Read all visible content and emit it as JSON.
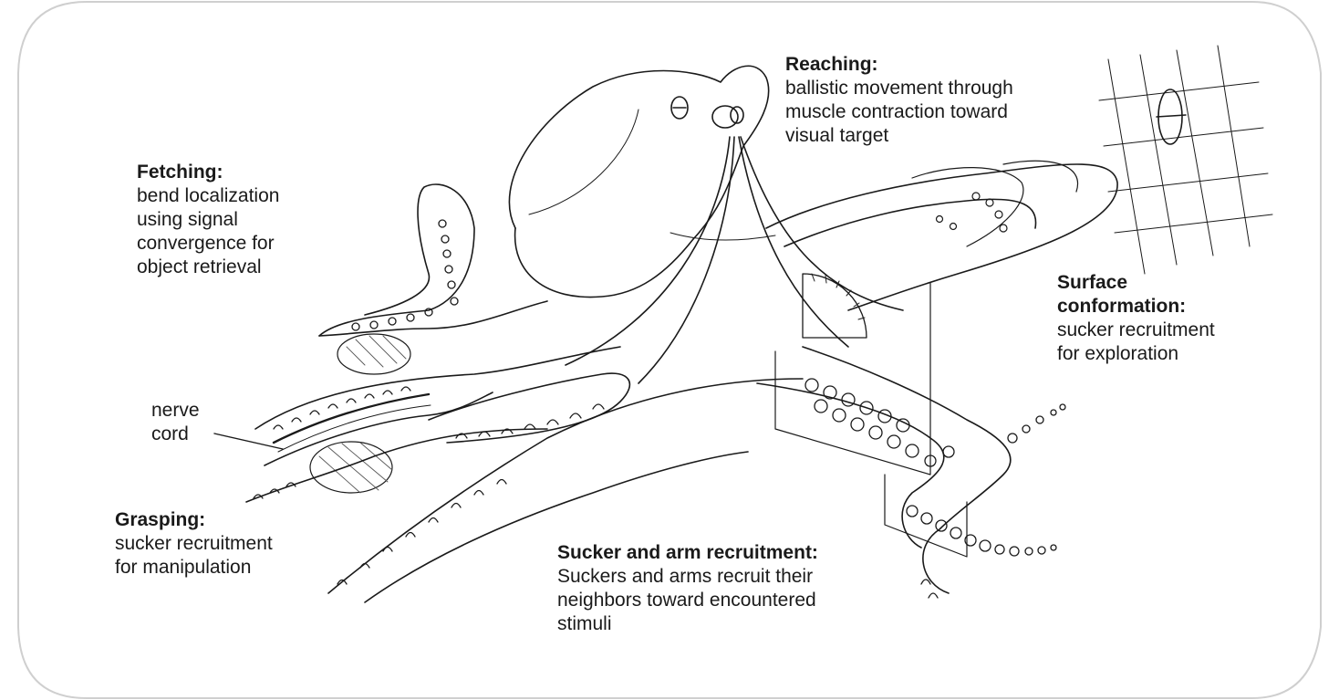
{
  "labels": {
    "reaching": {
      "title": "Reaching:",
      "lines": [
        "ballistic movement through",
        "muscle contraction toward",
        "visual target"
      ]
    },
    "fetching": {
      "title": "Fetching:",
      "lines": [
        "bend localization",
        "using signal",
        "convergence for",
        "object retrieval"
      ]
    },
    "surface": {
      "title_lines": [
        "Surface",
        "conformation:"
      ],
      "lines": [
        "sucker recruitment",
        "for exploration"
      ]
    },
    "nerve_cord": {
      "lines": [
        "nerve",
        "cord"
      ]
    },
    "grasping": {
      "title": "Grasping:",
      "lines": [
        "sucker recruitment",
        "for manipulation"
      ]
    },
    "sucker_arm": {
      "title": "Sucker and arm recruitment:",
      "lines": [
        "Suckers and arms recruit their",
        "neighbors toward encountered",
        "stimuli"
      ]
    }
  },
  "colors": {
    "ink": "#1a1a1a",
    "frame": "#cfcfcf",
    "hatch": "#555555"
  }
}
